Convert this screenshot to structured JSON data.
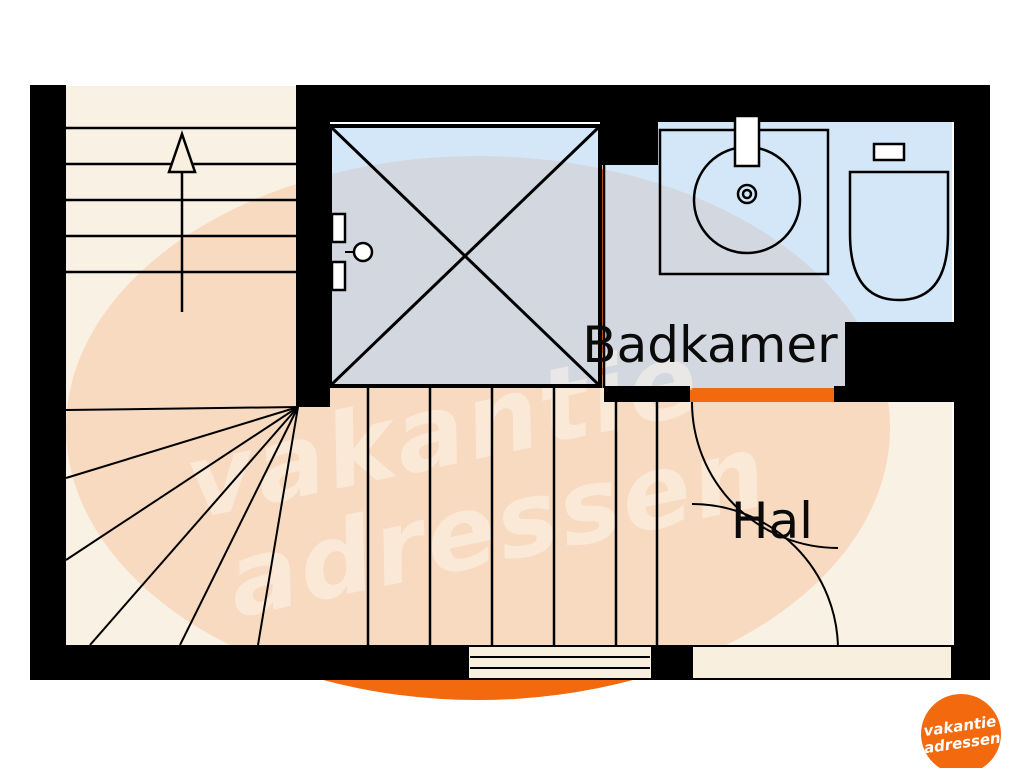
{
  "watermark": {
    "word1": "vakantie",
    "word2": "adressen",
    "ellipse_color": "#f2690e",
    "text_color": "rgba(255,247,238,0.5)"
  },
  "labels": {
    "bathroom": "Badkamer",
    "hall": "Hal"
  },
  "logo": {
    "word1": "vakantie",
    "word2": "adressen",
    "bg_color": "#f2690e",
    "text_color": "#ffffff"
  },
  "palette": {
    "wall": "#000000",
    "hall_floor": "#f8efdf",
    "bath_floor": "#cfe4f7"
  }
}
